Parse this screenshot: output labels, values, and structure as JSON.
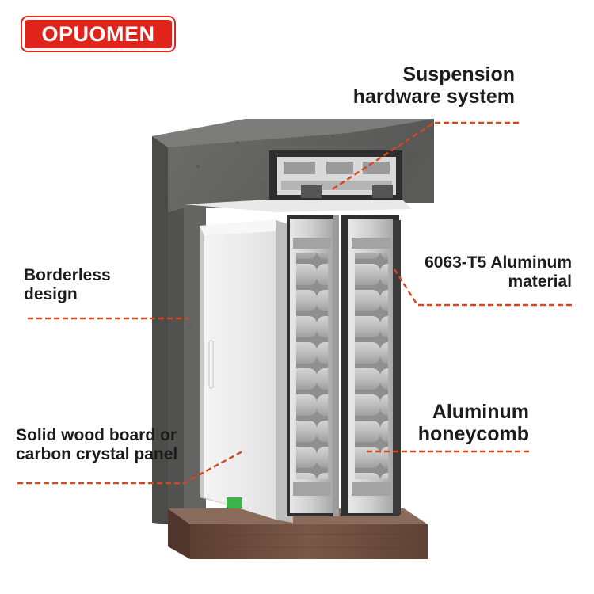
{
  "brand": {
    "name": "OPUOMEN",
    "color": "#e0241c"
  },
  "labels": {
    "suspension": {
      "line1": "Suspension",
      "line2": "hardware system"
    },
    "aluminum_material": {
      "line1": "6063-T5  Aluminum",
      "line2": "material"
    },
    "borderless": {
      "line1": "Borderless",
      "line2": "design"
    },
    "honeycomb": {
      "line1": "Aluminum",
      "line2": "honeycomb"
    },
    "panel": {
      "line1": "Solid wood board or",
      "line2": "carbon crystal panel"
    }
  },
  "colors": {
    "leader_line": "#d8461e",
    "concrete": "#5f5f5f",
    "wood": "#6e4e40",
    "aluminum": "#c4c4c4"
  }
}
